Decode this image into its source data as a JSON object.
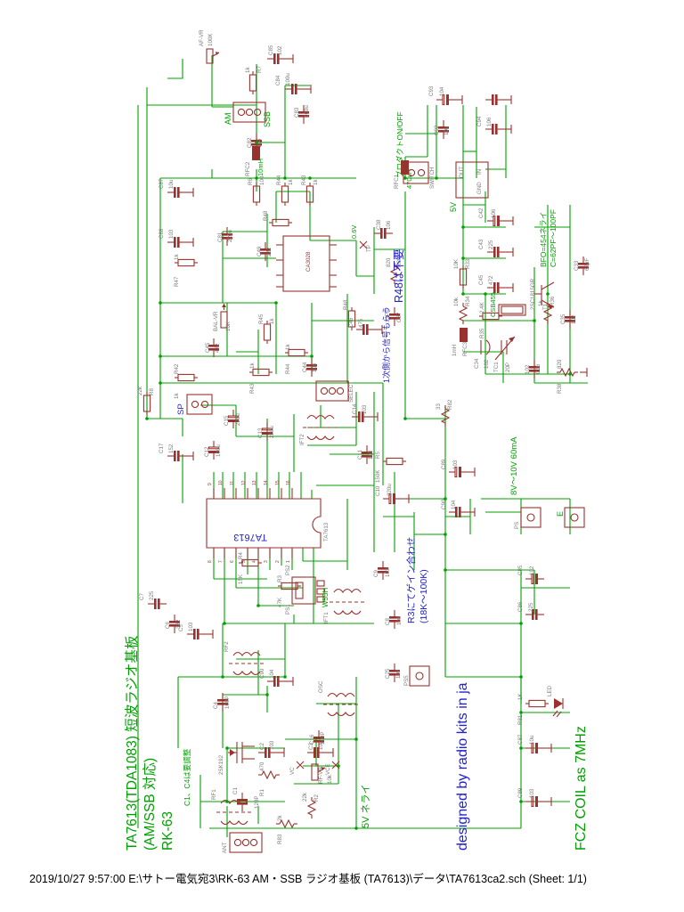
{
  "document": {
    "footer": "2019/10/27 9:57:00  E:\\サトー電気宛3\\RK-63 AM・SSB ラジオ基板  (TA7613)\\データ\\TA7613ca2.sch (Sheet: 1/1)",
    "sheet": "Sheet: 1/1",
    "background": "#ffffff"
  },
  "colors": {
    "wire": "#00a000",
    "symbol": "#99322e",
    "note_blue": "#2222cc",
    "note_green": "#00a000",
    "text_gray": "#7a7a7a",
    "ic_label": "#99322e",
    "footer": "#000000"
  },
  "titles": {
    "line1": "TA7613(TDA1083) 短波ラジオ基板",
    "line2": "(AM/SSB  対応)",
    "line3": "RK-63",
    "designed_by": "designed by radio kits in ja",
    "fcz": "FCZ COIL as 7MHz"
  },
  "notes": [
    {
      "text": "R48は不要",
      "color": "blue"
    },
    {
      "text": "1次側から信号もらう",
      "color": "blue"
    },
    {
      "text": "R3にてゲイン合わせ",
      "color": "blue"
    },
    {
      "text": "(18K～100K)",
      "color": "blue"
    },
    {
      "text": "C1、C4は要調整",
      "color": "green"
    },
    {
      "text": "BFO=454ネライ",
      "color": "green"
    },
    {
      "text": "C=62PF～100PF",
      "color": "green"
    },
    {
      "text": "ブロダクトON/OFF",
      "color": "green"
    },
    {
      "text": "5V ネライ",
      "color": "green"
    },
    {
      "text": "8V～10V  60mA",
      "color": "green"
    }
  ],
  "ics": [
    {
      "ref": "TA7613",
      "name": "TA7613",
      "pins": 16
    },
    {
      "ref": "CA3028",
      "name": "CA3028",
      "pins": 8
    }
  ],
  "transistors": [
    {
      "ref": "Q1",
      "type": "2SK192",
      "label": "2SK192"
    },
    {
      "ref": "T1",
      "type": "2SC1815GR",
      "label": "2SC1815GR"
    }
  ],
  "coils": [
    {
      "ref": "RF1",
      "note": "ANT"
    },
    {
      "ref": "RF2",
      "note": ""
    },
    {
      "ref": "OSC",
      "note": ""
    },
    {
      "ref": "IFT1",
      "note": "W55H"
    },
    {
      "ref": "IFT2",
      "note": ""
    },
    {
      "ref": "RFC1",
      "value": "470uH"
    },
    {
      "ref": "RFC2",
      "value": "10mH"
    },
    {
      "ref": "RFC3",
      "value": "1mH"
    }
  ],
  "filters": [
    {
      "ref": "CSB455",
      "label": "CSB455"
    },
    {
      "ref": "PS1",
      "label": "PS1"
    },
    {
      "ref": "PS2",
      "label": "PS2"
    }
  ],
  "connectors": [
    {
      "ref": "ANT",
      "label": "ANT",
      "pins": 3
    },
    {
      "ref": "SP",
      "label": "SP",
      "pins": 2
    },
    {
      "ref": "SELECT",
      "label": "SELECT",
      "pins": 3
    },
    {
      "ref": "SWITCH",
      "label": "SWITCH",
      "pins": 2
    },
    {
      "ref": "AM/SSB",
      "label_left": "AM",
      "label_right": "SSB",
      "pins": 3
    },
    {
      "ref": "PS",
      "label": "PS",
      "pins": 1
    },
    {
      "ref": "E",
      "label": "E",
      "pins": 1
    },
    {
      "ref": "PS5",
      "label": "PS5",
      "pins": 1
    }
  ],
  "test_points": [
    {
      "label": "TP",
      "value": "0.6V"
    },
    {
      "label": "VC"
    },
    {
      "label": "VCE"
    }
  ],
  "potentiometers": [
    {
      "ref": "AF-VR",
      "value": "100K"
    },
    {
      "ref": "BAL-VR",
      "value": "10K"
    },
    {
      "ref": "RF-VR",
      "value": "10k"
    },
    {
      "ref": "TC1",
      "value": "20P"
    }
  ],
  "resistors": [
    {
      "ref": "R1",
      "value": "470"
    },
    {
      "ref": "R2",
      "value": "22k"
    },
    {
      "ref": "R3",
      "value": "47K"
    },
    {
      "ref": "R4",
      "value": "15K"
    },
    {
      "ref": "R5",
      "value": "150K"
    },
    {
      "ref": "R6",
      "value": "100"
    },
    {
      "ref": "R7",
      "value": "2.2k"
    },
    {
      "ref": "R8",
      "value": "22k"
    },
    {
      "ref": "R31",
      "value": "9.1k"
    },
    {
      "ref": "R32",
      "value": "1k"
    },
    {
      "ref": "R33",
      "value": "10K"
    },
    {
      "ref": "R34",
      "value": "10k"
    },
    {
      "ref": "R35",
      "value": "2.4K"
    },
    {
      "ref": "R36",
      "value": "1k"
    },
    {
      "ref": "R38",
      "value": "820"
    },
    {
      "ref": "R39",
      "value": "820"
    },
    {
      "ref": "R42",
      "value": "1k"
    },
    {
      "ref": "R43",
      "value": "1k"
    },
    {
      "ref": "R44",
      "value": "1k"
    },
    {
      "ref": "R45",
      "value": "1k"
    },
    {
      "ref": "R46",
      "value": "3.3K"
    },
    {
      "ref": "R47",
      "value": "1k"
    },
    {
      "ref": "R48",
      "value": ""
    },
    {
      "ref": "R81",
      "value": "1K"
    },
    {
      "ref": "R82",
      "value": "33"
    },
    {
      "ref": "R83",
      "value": "2k"
    }
  ],
  "capacitors": [
    {
      "ref": "C1",
      "value": ""
    },
    {
      "ref": "C2",
      "value": "103"
    },
    {
      "ref": "C3",
      "value": "103"
    },
    {
      "ref": "C4",
      "value": "100P"
    },
    {
      "ref": "C5",
      "value": "103"
    },
    {
      "ref": "C6",
      "value": "332"
    },
    {
      "ref": "C7",
      "value": "225"
    },
    {
      "ref": "C8",
      "value": "103"
    },
    {
      "ref": "C9",
      "value": "103"
    },
    {
      "ref": "C10",
      "value": "220u"
    },
    {
      "ref": "C11",
      "value": "103"
    },
    {
      "ref": "C12",
      "value": "100u"
    },
    {
      "ref": "C13",
      "value": "220u"
    },
    {
      "ref": "C14",
      "value": "103"
    },
    {
      "ref": "C15",
      "value": "220u"
    },
    {
      "ref": "C16",
      "value": "100P"
    },
    {
      "ref": "C17",
      "value": "152"
    },
    {
      "ref": "C25",
      "value": "102"
    },
    {
      "ref": "C30",
      "value": "10u"
    },
    {
      "ref": "C31",
      "value": "104"
    },
    {
      "ref": "C32",
      "value": "102"
    },
    {
      "ref": "C33",
      "value": "62pF"
    },
    {
      "ref": "C34",
      "value": "102"
    },
    {
      "ref": "C35",
      "value": "102"
    },
    {
      "ref": "C36",
      "value": "102"
    },
    {
      "ref": "C37",
      "value": "33PF"
    },
    {
      "ref": "C38",
      "value": "106"
    },
    {
      "ref": "C41",
      "value": "332"
    },
    {
      "ref": "C42",
      "value": "106"
    },
    {
      "ref": "C43",
      "value": "225"
    },
    {
      "ref": "C44",
      "value": "106"
    },
    {
      "ref": "C45",
      "value": "472"
    },
    {
      "ref": "C46",
      "value": "475"
    },
    {
      "ref": "C47",
      "value": "682"
    },
    {
      "ref": "C48",
      "value": "222"
    },
    {
      "ref": "C49",
      "value": "222"
    },
    {
      "ref": "C81",
      "value": "220u"
    },
    {
      "ref": "C82",
      "value": "104"
    },
    {
      "ref": "C83",
      "value": "100u"
    },
    {
      "ref": "C84",
      "value": "100u"
    },
    {
      "ref": "C85",
      "value": "102"
    },
    {
      "ref": "C86",
      "value": "225"
    },
    {
      "ref": "C87",
      "value": "10u"
    },
    {
      "ref": "C88",
      "value": "103"
    },
    {
      "ref": "C89",
      "value": "103"
    },
    {
      "ref": "C90",
      "value": "104"
    },
    {
      "ref": "C92",
      "value": "10u"
    },
    {
      "ref": "C93",
      "value": "104"
    },
    {
      "ref": "C94",
      "value": "106"
    }
  ],
  "diodes": [
    {
      "ref": "LED",
      "label": "LED"
    }
  ],
  "regulator": {
    "pins": [
      "IN",
      "OUT",
      "GND"
    ],
    "out_label": "5V"
  },
  "rails": [
    {
      "label": "5V"
    },
    {
      "label": "8V～10V  60mA"
    },
    {
      "label": "0.6V"
    }
  ]
}
